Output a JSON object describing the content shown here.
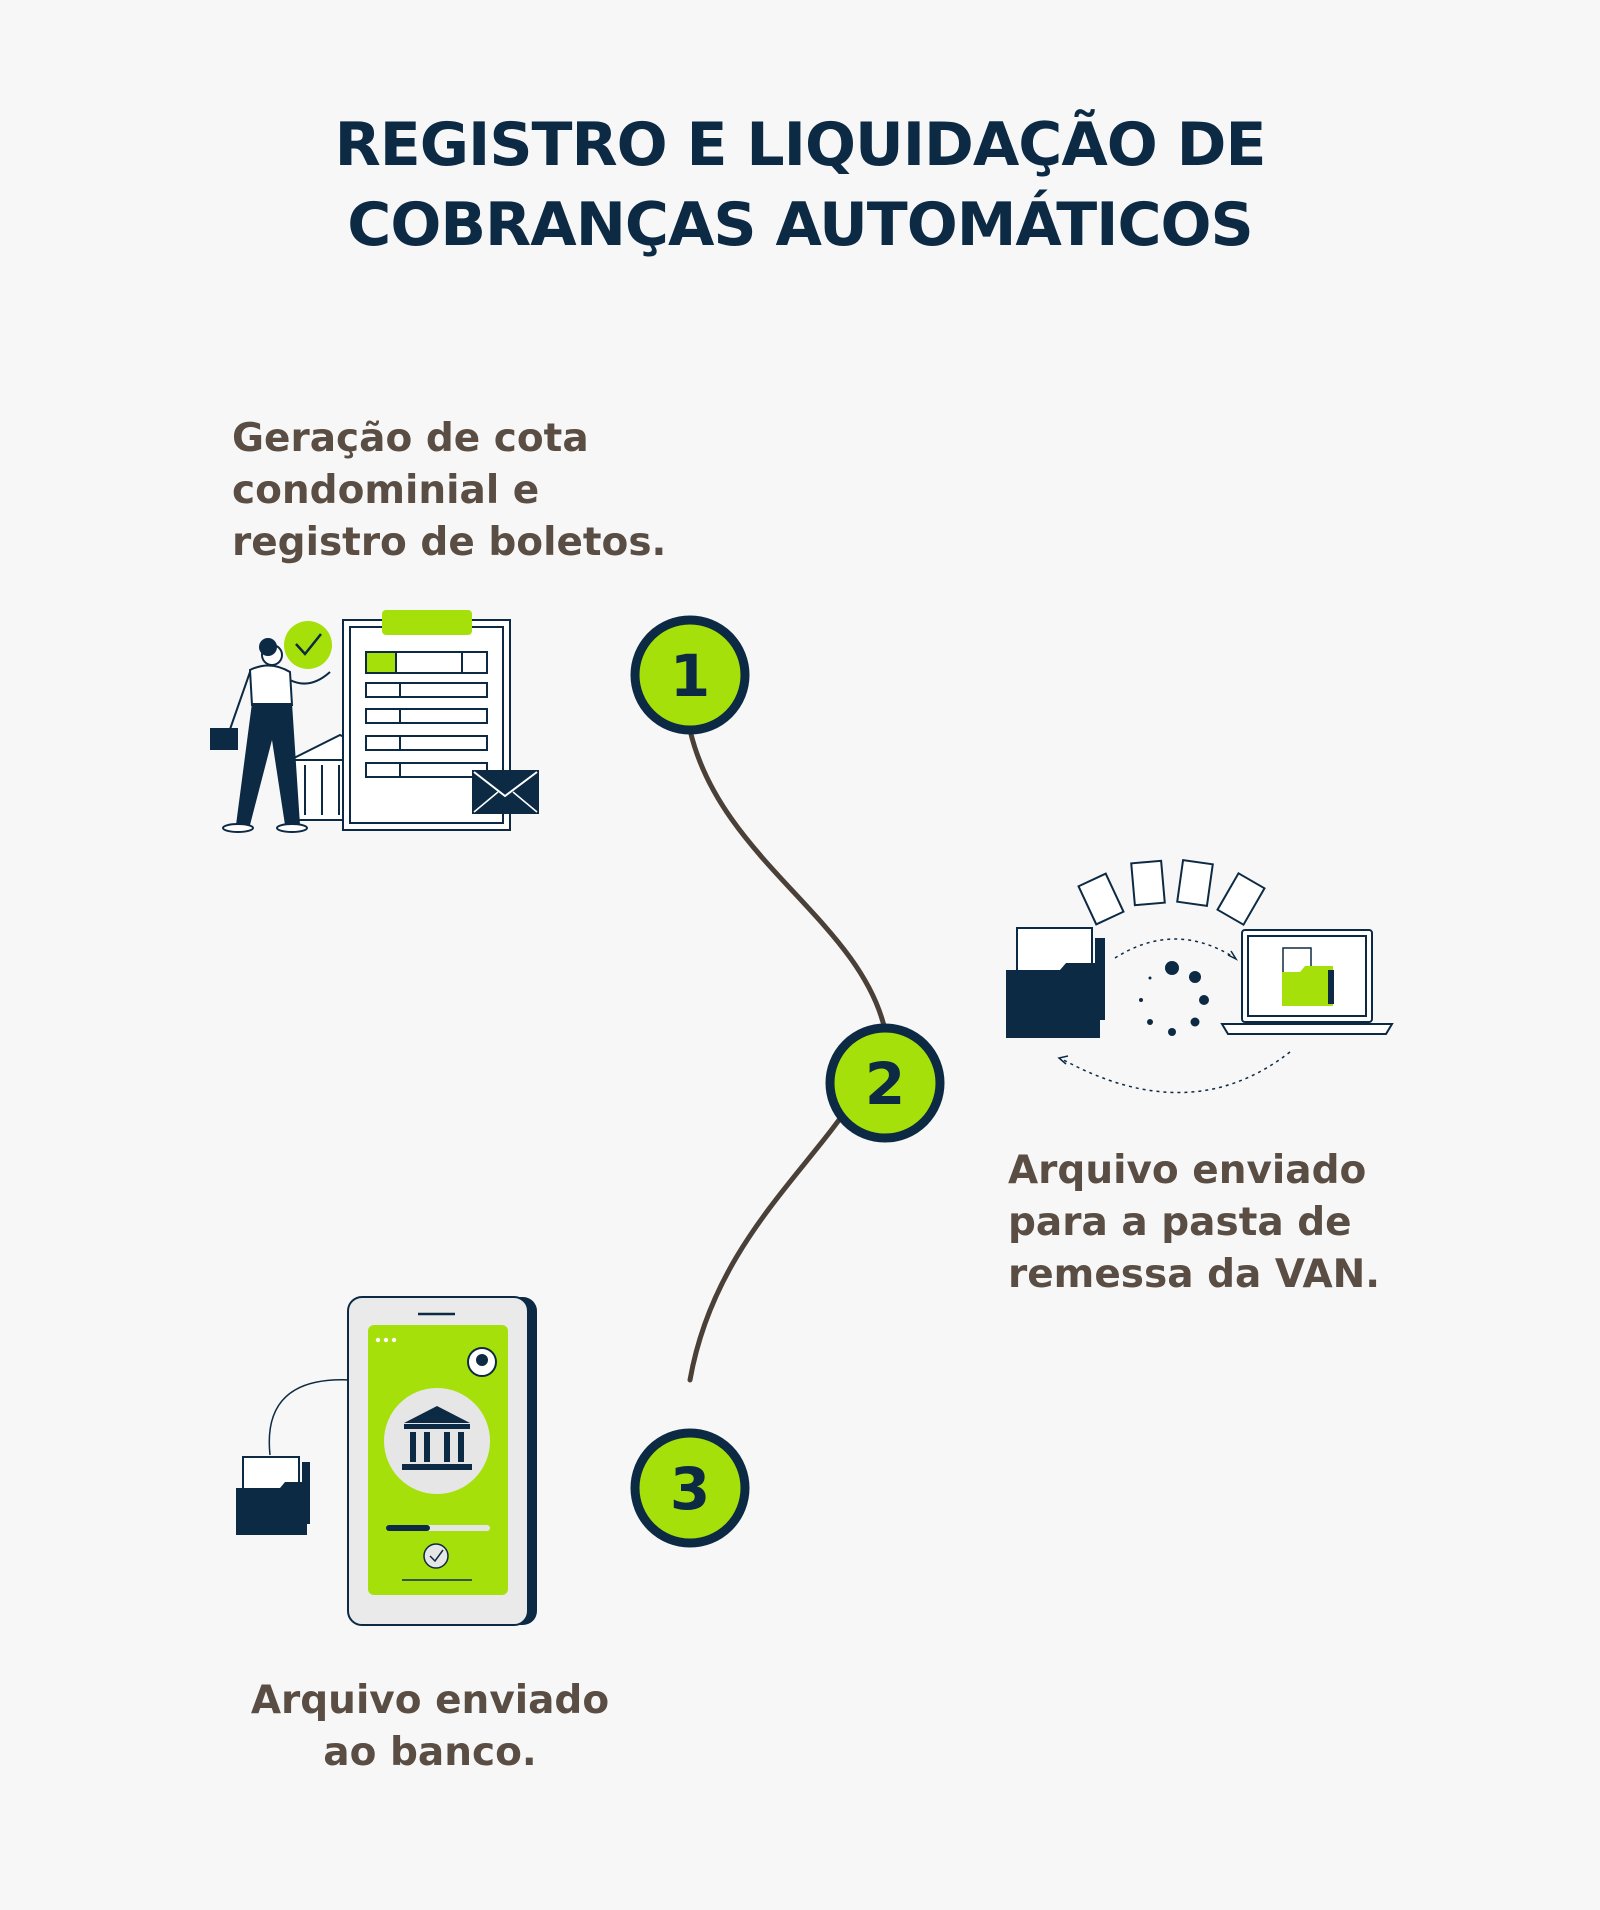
{
  "title": {
    "line1": "REGISTRO E LIQUIDAÇÃO DE",
    "line2": "COBRANÇAS AUTOMÁTICOS"
  },
  "steps": [
    {
      "number": "1",
      "lines": [
        "Geração de cota",
        "condominial e",
        "registro de boletos."
      ],
      "illustration": "person-document-bank-icon"
    },
    {
      "number": "2",
      "lines": [
        "Arquivo enviado",
        "para a pasta de",
        "remessa da VAN."
      ],
      "illustration": "folder-transfer-laptop-icon"
    },
    {
      "number": "3",
      "lines": [
        "Arquivo enviado",
        "ao banco."
      ],
      "illustration": "phone-bank-icon"
    }
  ],
  "colors": {
    "background": "#f7f7f7",
    "navy": "#0d2a44",
    "lime": "#a6e00a",
    "text_brown": "#5a4e44",
    "connector": "#4a4038"
  }
}
